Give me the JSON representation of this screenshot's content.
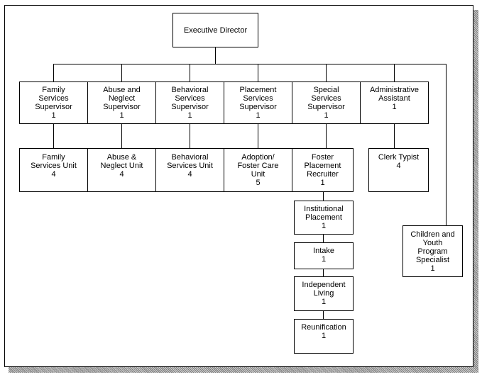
{
  "chart": {
    "nodes": [
      {
        "id": "executive-director",
        "title": "Executive Director",
        "count": ""
      },
      {
        "id": "family-services-supervisor",
        "title": "Family\nServices\nSupervisor",
        "count": "1"
      },
      {
        "id": "abuse-neglect-supervisor",
        "title": "Abuse and\nNeglect\nSupervisor",
        "count": "1"
      },
      {
        "id": "behavioral-services-supervisor",
        "title": "Behavioral\nServices\nSupervisor",
        "count": "1"
      },
      {
        "id": "placement-services-supervisor",
        "title": "Placement\nServices\nSupervisor",
        "count": "1"
      },
      {
        "id": "special-services-supervisor",
        "title": "Special\nServices\nSupervisor",
        "count": "1"
      },
      {
        "id": "administrative-assistant",
        "title": "Administrative\nAssistant",
        "count": "1"
      },
      {
        "id": "family-services-unit",
        "title": "Family\nServices Unit",
        "count": "4"
      },
      {
        "id": "abuse-neglect-unit",
        "title": "Abuse &\nNeglect Unit",
        "count": "4"
      },
      {
        "id": "behavioral-services-unit",
        "title": "Behavioral\nServices Unit",
        "count": "4"
      },
      {
        "id": "adoption-foster-care-unit",
        "title": "Adoption/\nFoster Care\nUnit",
        "count": "5"
      },
      {
        "id": "foster-placement-recruiter",
        "title": "Foster\nPlacement\nRecruiter",
        "count": "1"
      },
      {
        "id": "clerk-typist",
        "title": "Clerk Typist",
        "count": "4"
      },
      {
        "id": "institutional-placement",
        "title": "Institutional\nPlacement",
        "count": "1"
      },
      {
        "id": "intake",
        "title": "Intake",
        "count": "1"
      },
      {
        "id": "independent-living",
        "title": "Independent\nLiving",
        "count": "1"
      },
      {
        "id": "reunification",
        "title": "Reunification",
        "count": "1"
      },
      {
        "id": "children-youth-program-specialist",
        "title": "Children and\nYouth\nProgram\nSpecialist",
        "count": "1"
      }
    ],
    "edges": [
      [
        "executive-director",
        "family-services-supervisor"
      ],
      [
        "executive-director",
        "abuse-neglect-supervisor"
      ],
      [
        "executive-director",
        "behavioral-services-supervisor"
      ],
      [
        "executive-director",
        "placement-services-supervisor"
      ],
      [
        "executive-director",
        "special-services-supervisor"
      ],
      [
        "executive-director",
        "administrative-assistant"
      ],
      [
        "executive-director",
        "children-youth-program-specialist"
      ],
      [
        "family-services-supervisor",
        "family-services-unit"
      ],
      [
        "abuse-neglect-supervisor",
        "abuse-neglect-unit"
      ],
      [
        "behavioral-services-supervisor",
        "behavioral-services-unit"
      ],
      [
        "placement-services-supervisor",
        "adoption-foster-care-unit"
      ],
      [
        "special-services-supervisor",
        "foster-placement-recruiter"
      ],
      [
        "foster-placement-recruiter",
        "institutional-placement"
      ],
      [
        "institutional-placement",
        "intake"
      ],
      [
        "intake",
        "independent-living"
      ],
      [
        "independent-living",
        "reunification"
      ],
      [
        "administrative-assistant",
        "clerk-typist"
      ]
    ]
  }
}
